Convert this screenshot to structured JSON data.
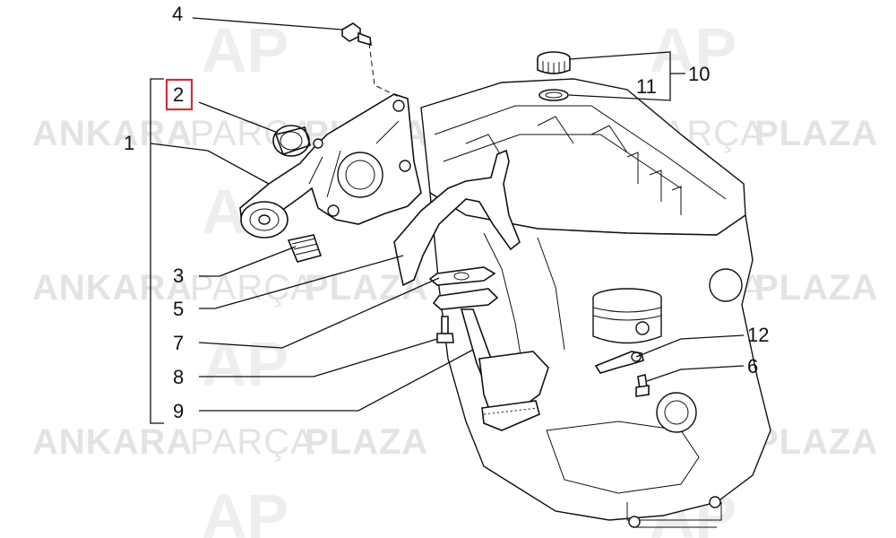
{
  "callouts": {
    "c1": "1",
    "c2": "2",
    "c3": "3",
    "c4": "4",
    "c5": "5",
    "c6": "6",
    "c7": "7",
    "c8": "8",
    "c9": "9",
    "c10": "10",
    "c11": "11",
    "c12": "12"
  },
  "highlight": {
    "callout": "2",
    "color": "#d32f2f"
  },
  "watermark": {
    "word1": "ANKARA",
    "word2": "PARÇA",
    "word3": "PLAZA",
    "logo": "AP",
    "color": "#e3e3e3"
  }
}
